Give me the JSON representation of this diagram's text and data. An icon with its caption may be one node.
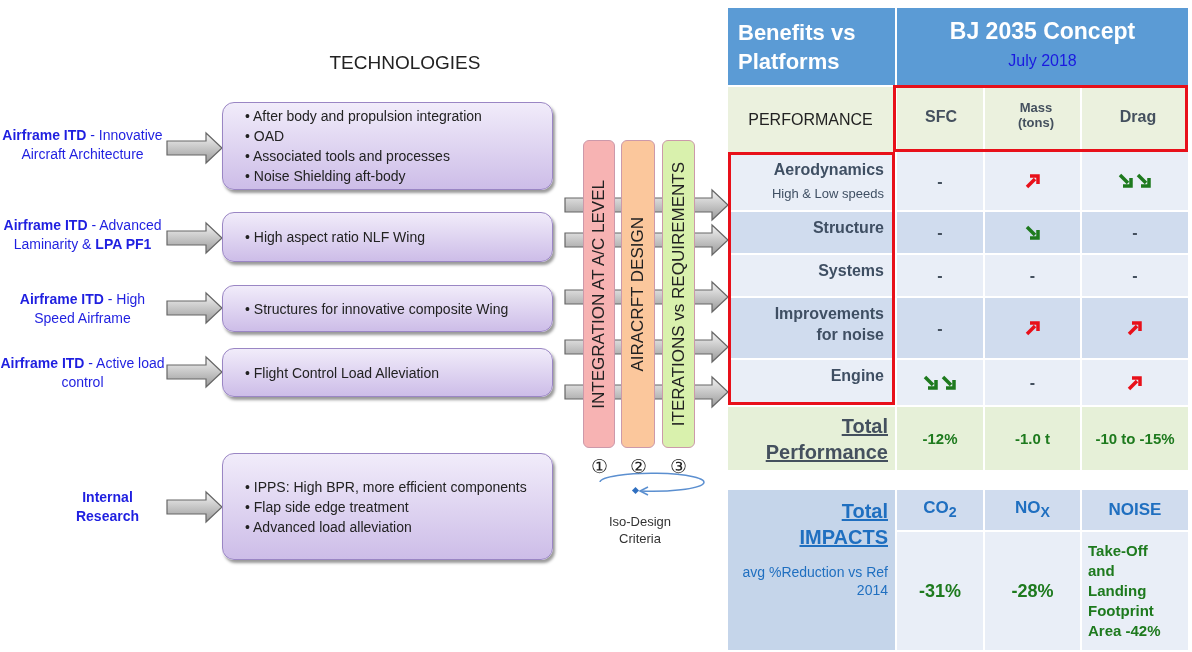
{
  "diagram": {
    "nodes": [
      {
        "text": [
          "**Airframe ITD** - Innovative Aircraft Architecture"
        ]
      },
      {
        "text": [
          "• After body and propulsion integration",
          "• OAD",
          "• Associated tools and processes",
          "• Noise Shielding aft-body"
        ]
      },
      {
        "text": [
          "**Airframe ITD** - Advanced Laminarity & **LPA PF1**"
        ]
      },
      {
        "text": [
          "• High aspect ratio NLF Wing"
        ]
      },
      {
        "text": [
          "**Airframe ITD** - High Speed Airframe"
        ]
      },
      {
        "text": [
          "• Structures for innovative composite Wing"
        ]
      },
      {
        "text": [
          "**Airframe ITD** - Active load control"
        ]
      },
      {
        "text": [
          "• Flight Control Load Alleviation"
        ]
      },
      {
        "text": [
          "Internal Research"
        ]
      },
      {
        "text": [
          "• IPPS: High BPR, more efficient components",
          "• Flap side edge treatment",
          "• Advanced load alleviation"
        ]
      },
      {
        "text": [
          "INTEGRATION AT A/C LEVEL"
        ],
        "beside": [
          "①"
        ]
      },
      {
        "text": [
          "AIRACRFT DESIGN"
        ],
        "beside": [
          "②"
        ]
      },
      {
        "text": [
          "ITERATIONS vs REQUIREMENTS"
        ],
        "beside": [
          "③"
        ]
      },
      {
        "text": [
          "Aerodynamics",
          "High & Low speeds",
          "Structure",
          "Systems",
          "Improvements for noise",
          "Engine"
        ]
      },
      {
        "text": [
          "SFC",
          "Mass (tons)",
          "Drag"
        ]
      }
    ],
    "edges": [
      {
        "from": 0,
        "to": 1,
        "arrow": "to"
      },
      {
        "from": 2,
        "to": 3,
        "arrow": "to"
      },
      {
        "from": 4,
        "to": 5,
        "arrow": "to"
      },
      {
        "from": 6,
        "to": 7,
        "arrow": "to"
      },
      {
        "from": 8,
        "to": 9,
        "arrow": "to"
      },
      {
        "from": null,
        "to": 13,
        "arrow": "to"
      },
      {
        "from": null,
        "to": 13,
        "arrow": "to"
      },
      {
        "from": null,
        "to": 13,
        "arrow": "to"
      },
      {
        "from": null,
        "to": 13,
        "arrow": "to"
      },
      {
        "from": null,
        "to": 13,
        "arrow": "to"
      }
    ],
    "labels": [
      "TECHNOLOGIES",
      "Iso-Design Criteria",
      "Benefits vs Platforms",
      "BJ 2035 Concept",
      "July 2018",
      "PERFORMANCE",
      "-",
      "-",
      "-",
      "-",
      "-",
      "-",
      "-",
      "-",
      "Total Performance",
      "-12%",
      "-1.0 t",
      "-10 to -15%",
      "Total IMPACTS",
      "CO$_{2}$",
      "NO$_{X}$",
      "NOISE",
      "avg %Reduction vs Ref 2014",
      "-31%",
      "-28%",
      "Take-Off and Landing Footprint Area -42%"
    ]
  }
}
